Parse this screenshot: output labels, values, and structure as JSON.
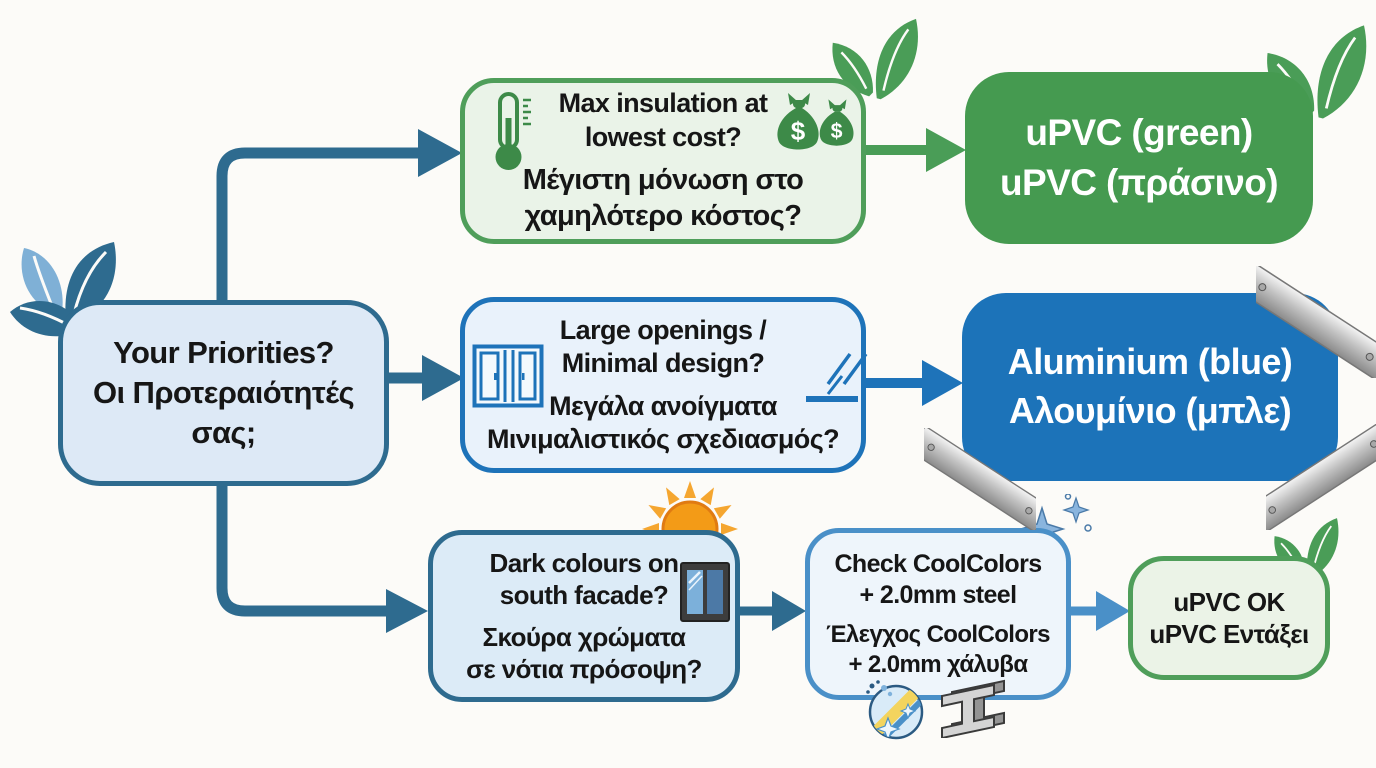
{
  "root": {
    "text": "Your Priorities?\nΟι Προτεραιότητές\nσας;"
  },
  "branch_insulation": {
    "question_en": "Max insulation at\nlowest cost?",
    "question_el": "Μέγιστη μόνωση στο\nχαμηλότερο κόστος?",
    "result": "uPVC (green)\nuPVC (πράσινο)"
  },
  "branch_openings": {
    "question_en": "Large openings /\nMinimal design?",
    "question_el": "Μεγάλα ανοίγματα\nΜινιμαλιστικός σχεδιασμός?",
    "result": "Aluminium (blue)\nΑλουμίνιο (μπλε)"
  },
  "branch_dark_colours": {
    "question_en": "Dark colours on\nsouth facade?",
    "question_el": "Σκούρα χρώματα\nσε νότια πρόσοψη?",
    "check_en": "Check CoolColors\n+ 2.0mm steel",
    "check_el": "Έλεγχος CoolColors\n+ 2.0mm χάλυβα",
    "result": "uPVC OK\nuPVC Εντάξει"
  },
  "colors": {
    "steel_blue_connector": "#2e6b8f",
    "green_result": "#459a50",
    "green_border": "#4f9e5a",
    "blue_result": "#1c73b9",
    "blue_border": "#1e73b9",
    "check_border": "#4a90c8",
    "light_blue_fill": "#dde9f6",
    "pale_blue_fill": "#e9f2fb",
    "pale_green_fill": "#eaf3e8",
    "sun_orange": "#f39b17",
    "metal_silver": "#c2c2c2"
  },
  "icons": [
    "leaf-cluster-blue-icon",
    "thermometer-icon",
    "money-bags-icon",
    "leaf-cluster-green-icon",
    "sliding-window-icon",
    "glass-panes-icon",
    "metal-corner-icon",
    "sun-icon",
    "dark-window-icon",
    "sparkles-icon",
    "coolcolors-badge-icon",
    "steel-beam-icon"
  ]
}
